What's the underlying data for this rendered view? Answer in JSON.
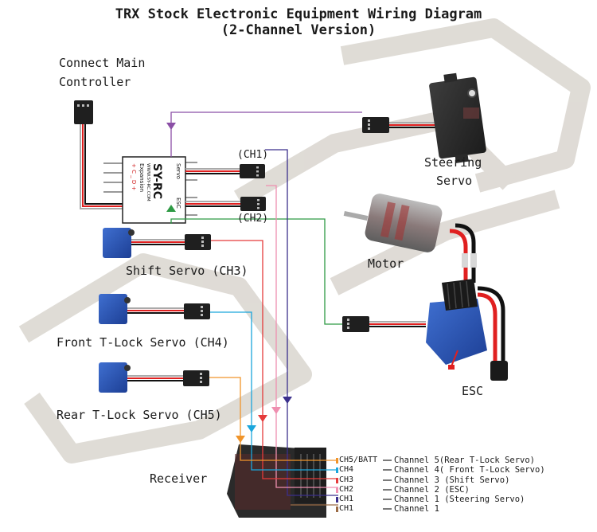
{
  "title": {
    "line1": "TRX Stock Electronic Equipment Wiring Diagram",
    "line2": "(2-Channel Version)"
  },
  "watermark": "SY-RC",
  "components": {
    "main_controller": "Connect Main\nController",
    "main_controller_l1": "Connect Main",
    "main_controller_l2": "Controller",
    "steering_servo_l1": "Steering",
    "steering_servo_l2": "Servo",
    "motor": "Motor",
    "esc": "ESC",
    "shift_servo": "Shift Servo (CH3)",
    "front_tlock_servo": "Front T-Lock Servo (CH4)",
    "rear_tlock_servo": "Rear T-Lock Servo (CH5)",
    "receiver": "Receiver"
  },
  "expansion_module": {
    "brand": "SY-RC",
    "website": "WWW.SY-RC.COM",
    "name": "Expansion",
    "pins_left": "+ C _ D +",
    "servo_port": "Servo",
    "esc_port": "ESC",
    "ch1_label": "(CH1)",
    "ch2_label": "(CH2)"
  },
  "receiver_ports": [
    {
      "label": "CH5/BATT",
      "color": "#f0942a",
      "desc": "Channel 5(Rear T-Lock Servo)"
    },
    {
      "label": "CH4",
      "color": "#1ba6dc",
      "desc": "Channel 4( Front T-Lock Servo)"
    },
    {
      "label": "CH3",
      "color": "#e53b3b",
      "desc": "Channel 3 (Shift Servo)"
    },
    {
      "label": "CH2",
      "color": "#ef8fb0",
      "desc": "Channel 2 (ESC)"
    },
    {
      "label": "CH1",
      "color": "#3b2f8c",
      "desc": "Channel 1 (Steering Servo)"
    },
    {
      "label": "CH1",
      "color": "#9b6b45",
      "desc": "Channel 1"
    }
  ],
  "wire_colors": {
    "steering": "#8b4fa6",
    "esc": "#2e9a44",
    "ch1": "#3b2f8c",
    "ch2": "#ef8fb0",
    "ch3": "#e53b3b",
    "ch4": "#1ba6dc",
    "ch5": "#f0942a"
  }
}
